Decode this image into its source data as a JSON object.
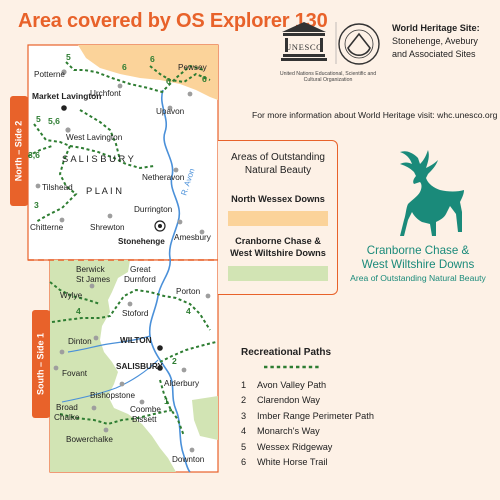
{
  "title": "Area covered by OS Explorer 130",
  "sides": {
    "north": "North – Side 2",
    "south": "South – Side 1"
  },
  "map_labels": {
    "potterne": "Potterne",
    "market_lavington": "Market Lavington",
    "urchfont": "Urchfont",
    "pewsey": "Pewsey",
    "upavon": "Upavon",
    "west_lavington": "West Lavington",
    "salisbury_plain_1": "S A L I S B U R Y",
    "salisbury_plain_2": "P L A I N",
    "netheravon": "Netheravon",
    "river_avon": "R. Avon",
    "tilshead": "Tilshead",
    "durrington": "Durrington",
    "chitterne": "Chitterne",
    "shrewton": "Shrewton",
    "amesbury": "Amesbury",
    "stonehenge": "Stonehenge",
    "berwick": "Berwick",
    "st_james": "St James",
    "great": "Great",
    "durnford": "Durnford",
    "wylye": "Wylye",
    "porton": "Porton",
    "stoford": "Stoford",
    "dinton": "Dinton",
    "wilton": "WILTON",
    "salisbury": "SALISBURY",
    "fovant": "Fovant",
    "alderbury": "Alderbury",
    "bishopstone": "Bishopstone",
    "broad": "Broad",
    "chalke": "Chalke",
    "coombe": "Coombe",
    "bissett": "Bissett",
    "bowerchalke": "Bowerchalke",
    "downton": "Downton"
  },
  "route_numbers": {
    "r5a": "5",
    "r6a": "6",
    "r6b": "6",
    "r6c": "6",
    "r6d": "6",
    "r5b": "5",
    "r56": "5,6",
    "r36": "3,6",
    "r3": "3",
    "r4a": "4",
    "r4b": "4",
    "r2": "2",
    "r1": "1"
  },
  "unesco": {
    "wordmark": "UNESCO",
    "org": "United Nations Educational, Scientific and Cultural Organization"
  },
  "world_heritage": {
    "heading": "World Heritage Site:",
    "line1": "Stonehenge, Avebury",
    "line2": "and Associated Sites"
  },
  "more_info": "For more information about World Heritage visit: whc.unesco.org",
  "aonb": {
    "title_line1": "Areas of Outstanding",
    "title_line2": "Natural Beauty",
    "north_wessex": "North Wessex Downs",
    "cranborne_line1": "Cranborne Chase &",
    "cranborne_line2": "West Wiltshire Downs"
  },
  "cranborne_logo": {
    "line1": "Cranborne Chase &",
    "line2": "West Wiltshire Downs",
    "line3": "Area of Outstanding Natural Beauty"
  },
  "recreational_paths": {
    "title": "Recreational Paths",
    "items": [
      {
        "num": "1",
        "name": "Avon Valley Path"
      },
      {
        "num": "2",
        "name": "Clarendon Way"
      },
      {
        "num": "3",
        "name": "Imber Range Perimeter Path"
      },
      {
        "num": "4",
        "name": "Monarch's Way"
      },
      {
        "num": "5",
        "name": "Wessex Ridgeway"
      },
      {
        "num": "6",
        "name": "White Horse Trail"
      }
    ]
  },
  "colors": {
    "accent": "#e8622a",
    "north_wessex_fill": "#fbd39a",
    "cranborne_fill": "#d2e4b4",
    "path_green": "#2e7d32",
    "river_blue": "#4a90d9",
    "cranborne_teal": "#1a8a7a"
  }
}
